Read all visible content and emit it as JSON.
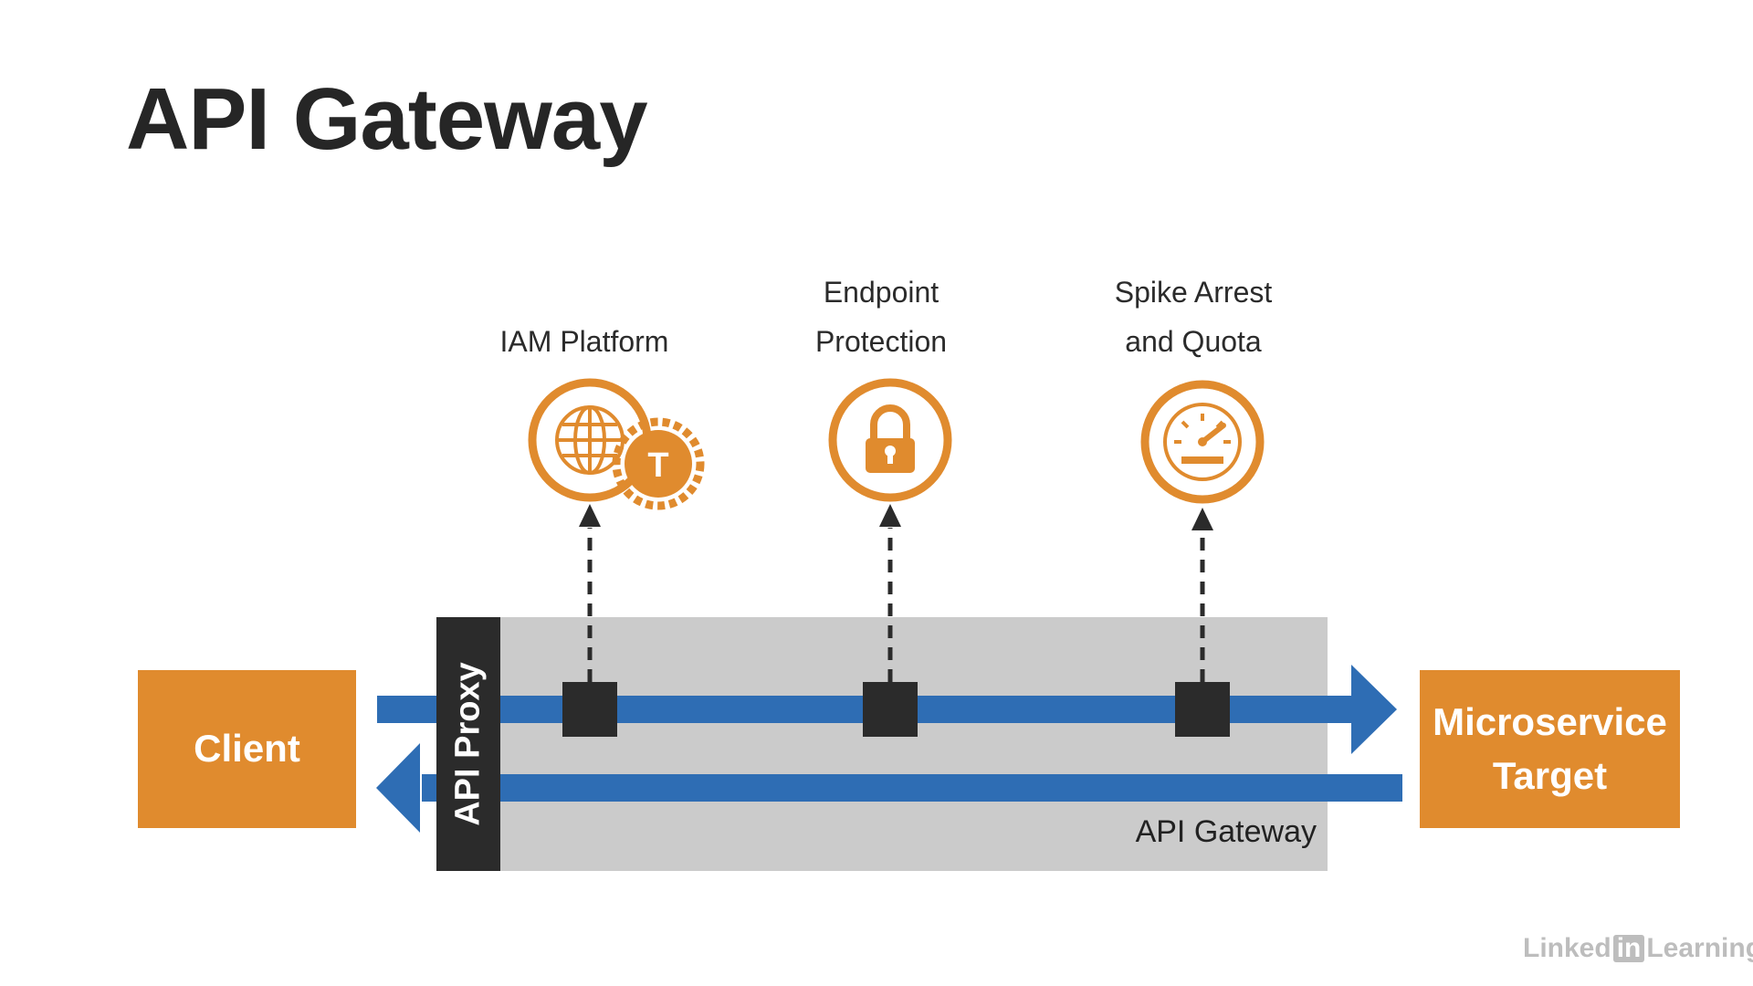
{
  "slide": {
    "title": "API Gateway"
  },
  "client": {
    "label": "Client"
  },
  "target": {
    "line1": "Microservice",
    "line2": "Target"
  },
  "gateway": {
    "label": "API Gateway",
    "proxy_label": "API Proxy"
  },
  "capabilities": [
    {
      "line1": "",
      "line2": "IAM Platform",
      "icon": "globe-token-icon",
      "badge": "T"
    },
    {
      "line1": "Endpoint",
      "line2": "Protection",
      "icon": "padlock-icon"
    },
    {
      "line1": "Spike Arrest",
      "line2": "and Quota",
      "icon": "speedometer-icon"
    }
  ],
  "branding": {
    "part1": "Linked",
    "part2": "in",
    "part3": "Learning"
  },
  "colors": {
    "accent": "#E08B2E",
    "flow": "#2E6DB4",
    "proxy": "#2b2b2b",
    "gateway_bg": "#cbcbcb"
  }
}
